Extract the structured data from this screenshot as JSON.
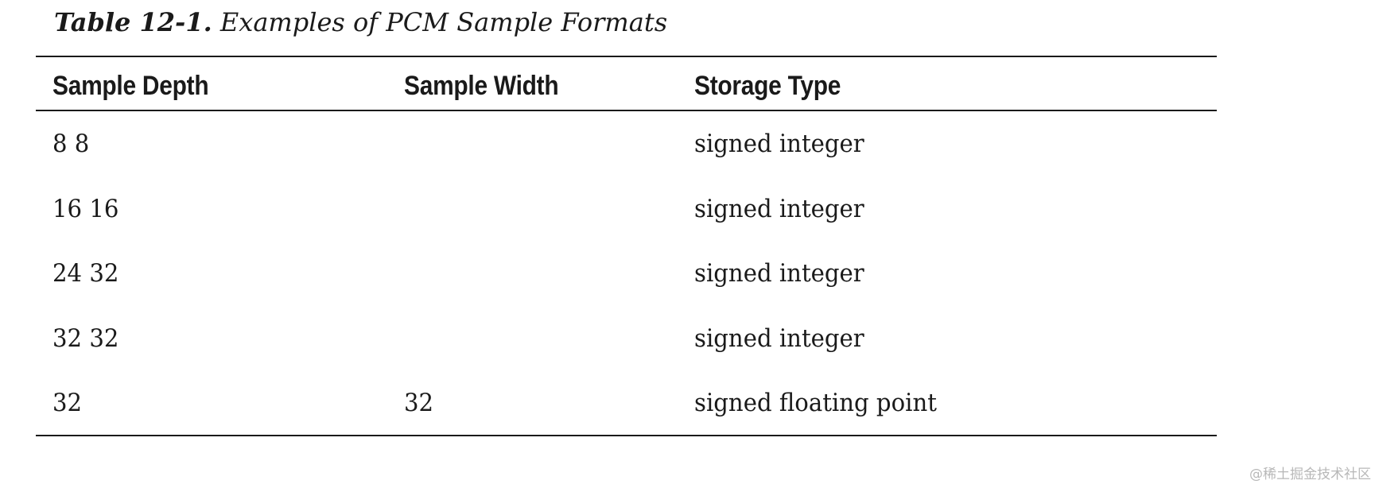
{
  "caption": {
    "number": "Table 12-1.",
    "title": "Examples of PCM Sample Formats"
  },
  "table": {
    "headers": [
      "Sample Depth",
      "Sample Width",
      "Storage Type"
    ],
    "rows": [
      [
        "8 8",
        "",
        "signed integer"
      ],
      [
        "16 16",
        "",
        "signed integer"
      ],
      [
        "24 32",
        "",
        "signed integer"
      ],
      [
        "32 32",
        "",
        "signed integer"
      ],
      [
        "32",
        "32",
        "signed floating point"
      ]
    ]
  },
  "watermark": "@稀土掘金技术社区"
}
